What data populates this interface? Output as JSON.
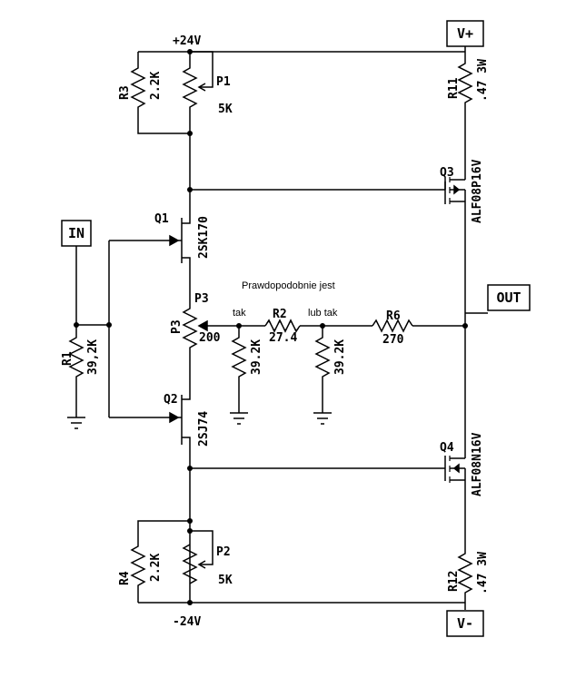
{
  "supply": {
    "pos": "+24V",
    "neg": "-24V"
  },
  "ports": {
    "in": "IN",
    "out": "OUT",
    "vplus": "V+",
    "vminus": "V-"
  },
  "note": "Prawdopodobnie jest",
  "option_a": "tak",
  "option_b": "lub tak",
  "components": {
    "r3": {
      "name": "R3",
      "value": "2.2K"
    },
    "p1": {
      "name": "P1",
      "value": "5K"
    },
    "q1": {
      "name": "Q1",
      "part": "2SK170"
    },
    "p3": {
      "name": "P3",
      "value": "200",
      "alt": "P3"
    },
    "q2": {
      "name": "Q2",
      "part": "2SJ74"
    },
    "r4": {
      "name": "R4",
      "value": "2.2K"
    },
    "p2": {
      "name": "P2",
      "value": "5K"
    },
    "r1": {
      "name": "R1",
      "value": "39,2K"
    },
    "r2": {
      "name": "R2",
      "value": "27.4"
    },
    "r6": {
      "name": "R6",
      "value": "270"
    },
    "r_tak": {
      "value": "39.2K"
    },
    "r_lubtak": {
      "value": "39.2K"
    },
    "q3": {
      "name": "Q3",
      "part": "ALF08P16V"
    },
    "q4": {
      "name": "Q4",
      "part": "ALF08N16V"
    },
    "r11": {
      "name": "R11",
      "value": ".47 3W"
    },
    "r12": {
      "name": "R12",
      "value": ".47 3W"
    }
  }
}
